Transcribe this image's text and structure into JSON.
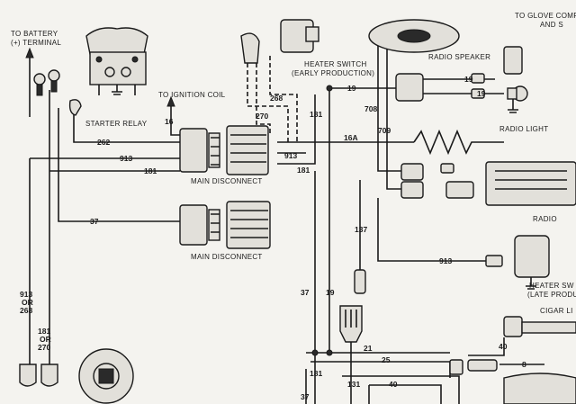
{
  "labels": {
    "battery": "TO BATTERY",
    "battery_terminal": "(+) TERMINAL",
    "starter_relay": "STARTER RELAY",
    "ignition_coil": "TO IGNITION COIL",
    "heater_switch": "HEATER SWITCH",
    "heater_switch_early": "(EARLY PRODUCTION)",
    "radio_speaker": "RADIO SPEAKER",
    "glove_compartment": "TO GLOVE COMPARTMENT",
    "glove_compartment_2": "AND S",
    "radio_light": "RADIO LIGHT",
    "main_disconnect_1": "MAIN DISCONNECT",
    "main_disconnect_2": "MAIN DISCONNECT",
    "radio": "RADIO",
    "heater_switch_late": "HEATER SW",
    "heater_switch_late_2": "(LATE PRODUC",
    "cigar_lighter": "CIGAR LI"
  },
  "wires": {
    "w16": "16",
    "w262": "262",
    "w913a": "913",
    "w181a": "181",
    "w37a": "37",
    "w268": "268",
    "w270": "270",
    "w181b": "181",
    "w913b": "913",
    "w181c": "181",
    "w16a": "16A",
    "w19a": "19",
    "w708": "708",
    "w709": "709",
    "w19b": "19",
    "w19c": "19",
    "w137": "137",
    "w913c": "913",
    "w37b": "37",
    "w19d": "19",
    "w21": "21",
    "w25": "25",
    "w181d": "181",
    "w131": "131",
    "w40a": "40",
    "w37c": "37",
    "w40b": "40",
    "w8": "8",
    "w913_or": "913",
    "w913_or_word": "OR",
    "w913_or_268": "268",
    "w181_or": "181",
    "w181_or_word": "OR",
    "w181_or_270": "270"
  }
}
